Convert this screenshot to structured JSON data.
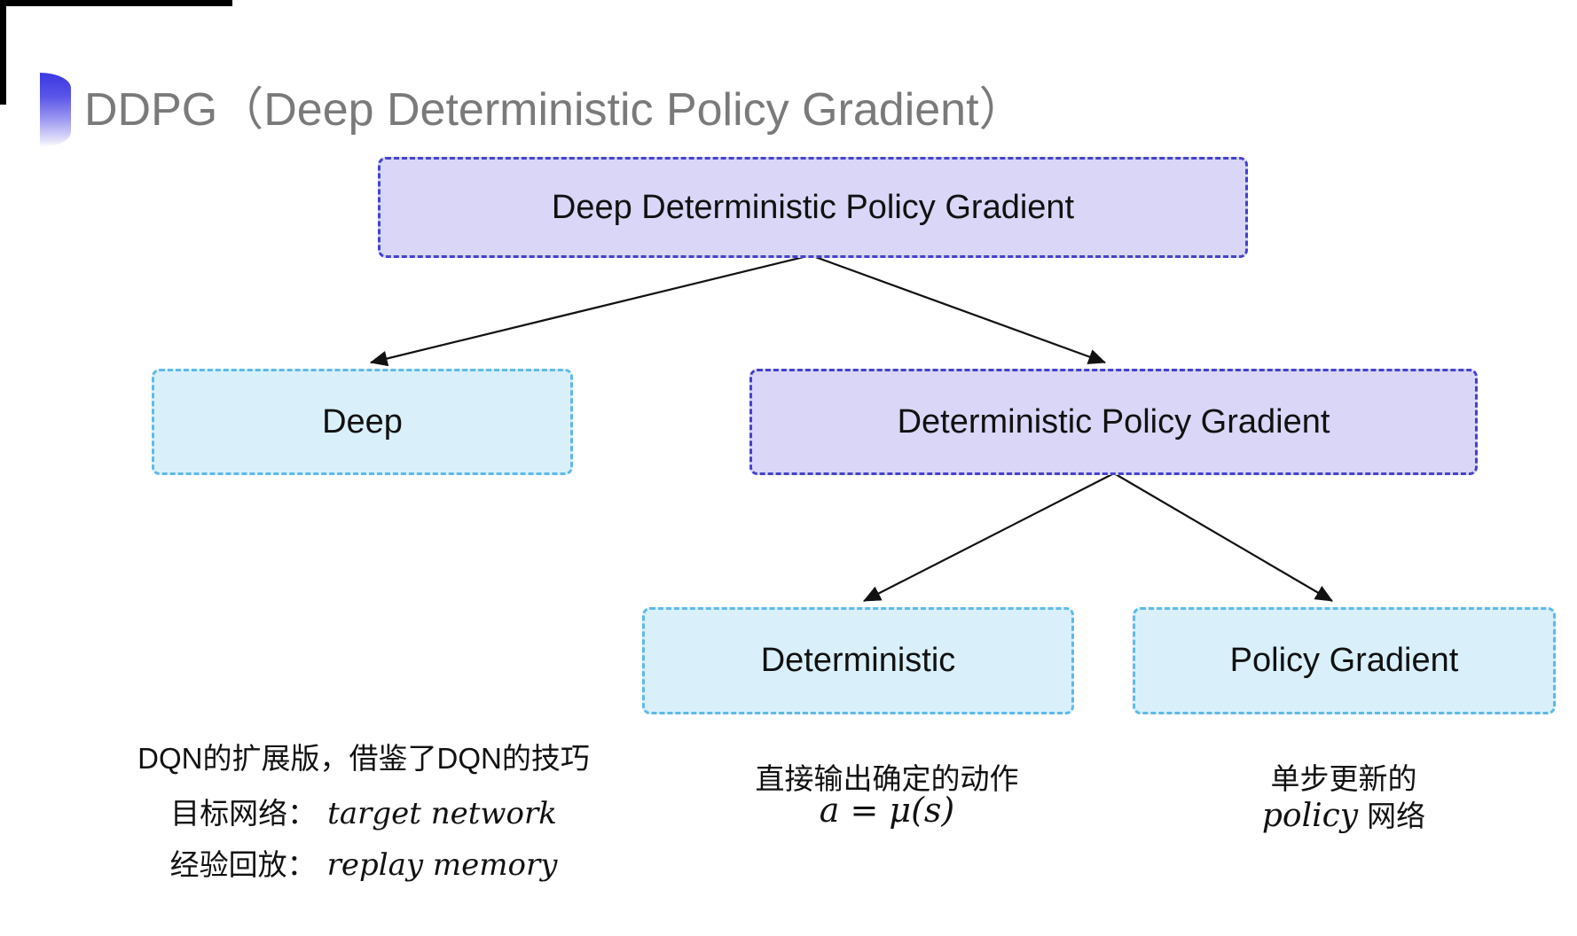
{
  "header": {
    "title": "DDPG（Deep Deterministic Policy Gradient）"
  },
  "diagram": {
    "root": {
      "label": "Deep Deterministic Policy Gradient"
    },
    "deep": {
      "label": "Deep"
    },
    "dpg": {
      "label": "Deterministic Policy Gradient"
    },
    "deterministic": {
      "label": "Deterministic"
    },
    "policy_gradient": {
      "label": "Policy Gradient"
    }
  },
  "notes": {
    "deep": {
      "line1": "DQN的扩展版，借鉴了DQN的技巧",
      "line2_label": "目标网络：",
      "line2_value": "target network",
      "line3_label": "经验回放：",
      "line3_value": "replay memory"
    },
    "deterministic": {
      "line1": "直接输出确定的动作",
      "formula": "a = μ(s)"
    },
    "policy_gradient": {
      "line1": "单步更新的",
      "line2_en": "policy",
      "line2_cn": "网络"
    }
  },
  "colors": {
    "violet_fill": "#d9d6f7",
    "violet_border": "#4442cc",
    "cyan_fill": "#d9f0fb",
    "cyan_border": "#5fb9e9",
    "title_gray": "#7a7a7a",
    "arrow_black": "#111111",
    "accent_blue": "#3e3be2"
  }
}
